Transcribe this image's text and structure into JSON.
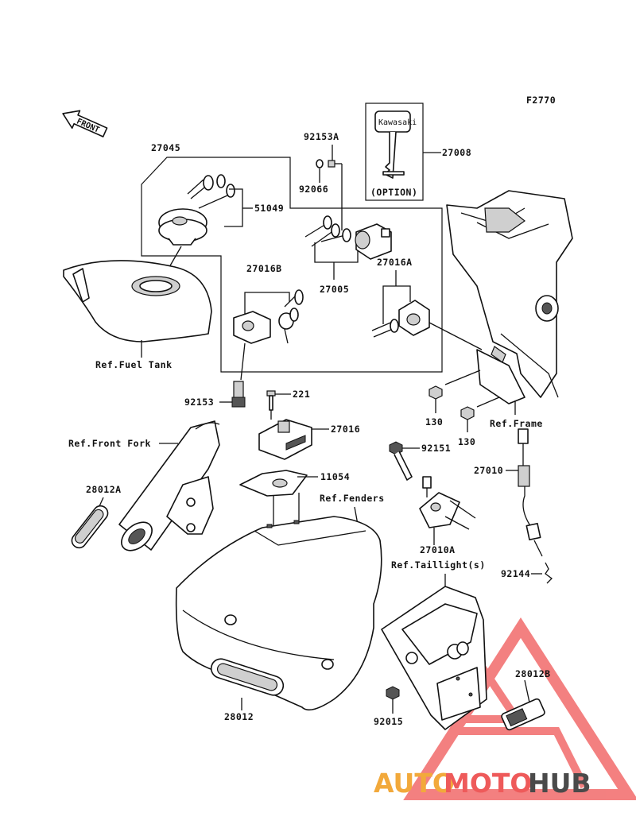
{
  "figure_code": "F2770",
  "front_arrow_label": "FRONT",
  "option_label": "(OPTION)",
  "key_brand": "Kawasaki",
  "parts": {
    "p27008": "27008",
    "p92153A": "92153A",
    "p92066": "92066",
    "p27045": "27045",
    "p51049": "51049",
    "p27016B": "27016B",
    "p27005": "27005",
    "p27016A": "27016A",
    "p92153": "92153",
    "p221": "221",
    "p27016": "27016",
    "p11054": "11054",
    "p130a": "130",
    "p130b": "130",
    "p92151": "92151",
    "p27010": "27010",
    "p27010A": "27010A",
    "p28012A": "28012A",
    "p92144": "92144",
    "p28012B": "28012B",
    "p92015": "92015",
    "p28012": "28012"
  },
  "refs": {
    "fuel_tank": "Ref.Fuel Tank",
    "front_fork": "Ref.Front Fork",
    "frame": "Ref.Frame",
    "fenders": "Ref.Fenders",
    "taillight": "Ref.Taillight(s)"
  },
  "watermark": {
    "part1": "AUTO",
    "part2": "MOTO",
    "part3": "HUB",
    "color1": "#f2a93b",
    "color2": "#ee5a5a",
    "color3": "#4a4a4a",
    "triangle_color": "#f26a6a"
  }
}
